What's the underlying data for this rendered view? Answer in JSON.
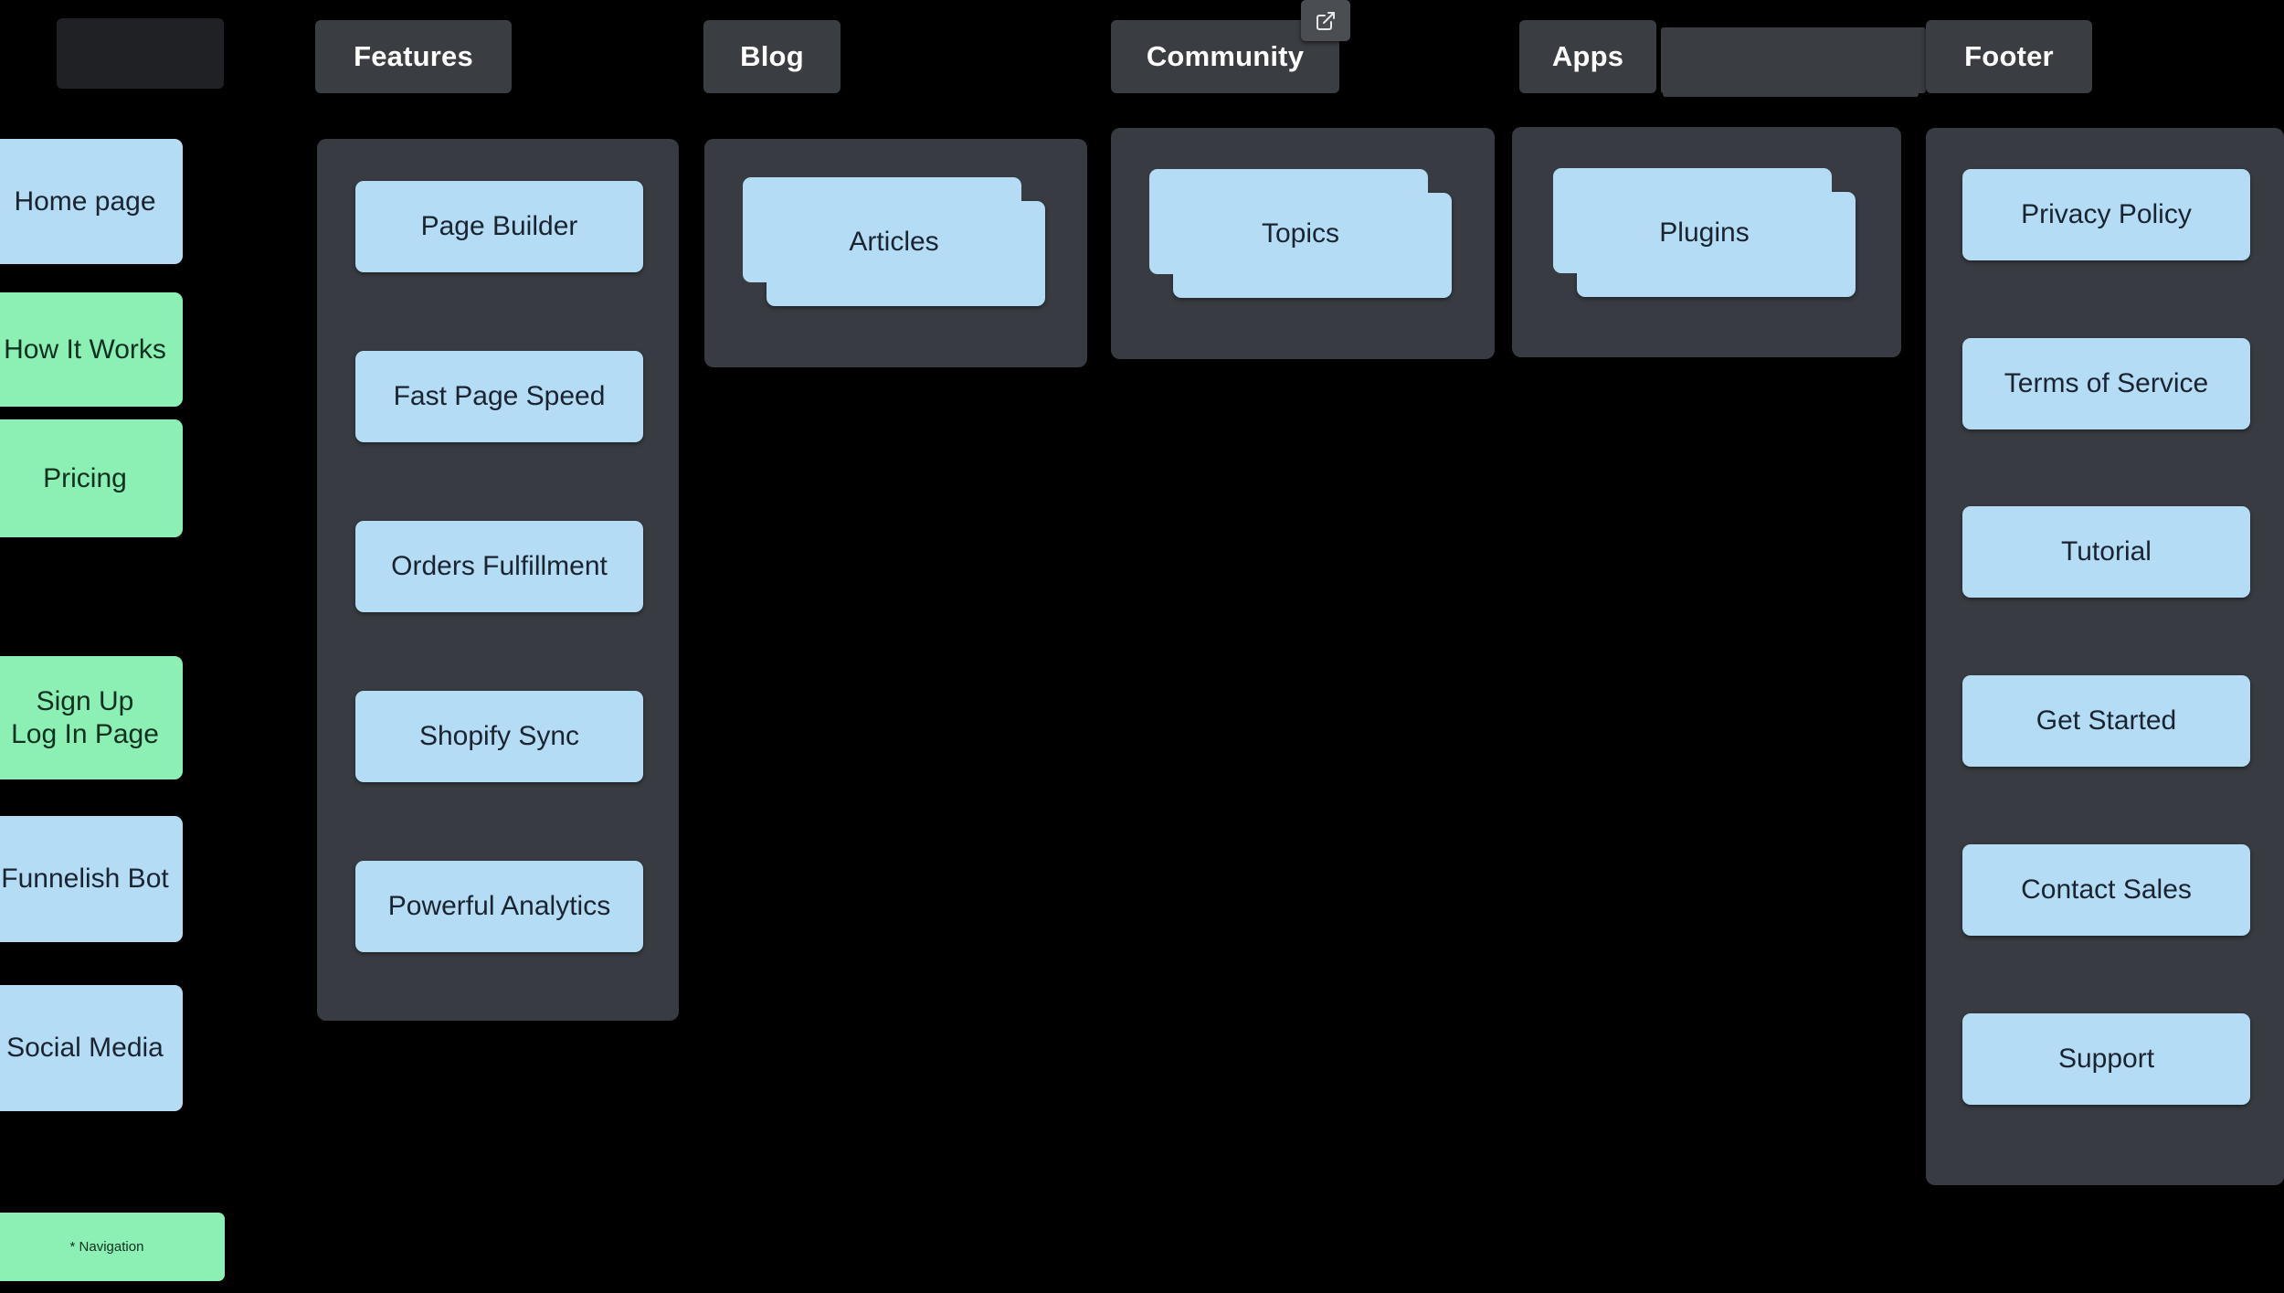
{
  "header": {
    "logo_placeholder": "",
    "items": [
      {
        "label": "Features"
      },
      {
        "label": "Blog"
      },
      {
        "label": "Community",
        "external_link_icon": "external-link-icon"
      },
      {
        "label": "Apps"
      },
      {
        "label": "Footer"
      }
    ]
  },
  "sidebar": {
    "items": [
      {
        "label": "Home page",
        "type": "page"
      },
      {
        "label": "How It Works",
        "type": "nav"
      },
      {
        "label": "Pricing",
        "type": "nav"
      },
      {
        "label": "Sign Up\nLog In Page",
        "type": "nav",
        "line1": "Sign Up",
        "line2": "Log In Page"
      },
      {
        "label": "Funnelish Bot",
        "type": "page"
      },
      {
        "label": "Social Media",
        "type": "page"
      }
    ]
  },
  "columns": {
    "features": {
      "cards": [
        {
          "label": "Page Builder"
        },
        {
          "label": "Fast Page Speed"
        },
        {
          "label": "Orders Fulfillment"
        },
        {
          "label": "Shopify Sync"
        },
        {
          "label": "Powerful Analytics"
        }
      ]
    },
    "blog": {
      "cards": [
        {
          "label": "Articles"
        }
      ]
    },
    "community": {
      "cards": [
        {
          "label": "Topics"
        }
      ]
    },
    "apps": {
      "cards": [
        {
          "label": "Plugins"
        }
      ]
    },
    "footer": {
      "cards": [
        {
          "label": "Privacy Policy"
        },
        {
          "label": "Terms of Service"
        },
        {
          "label": "Tutorial"
        },
        {
          "label": "Get Started"
        },
        {
          "label": "Contact Sales"
        },
        {
          "label": "Support"
        }
      ]
    }
  },
  "legend": {
    "navigation_label": "* Navigation"
  },
  "colors": {
    "background": "#000000",
    "panel": "#383C42",
    "header_chip": "#3A3D42",
    "page_card": "#B5DCF5",
    "nav_card": "#8CEFB4",
    "logo_box": "#202124",
    "text_light": "#FFFFFF",
    "text_dark": "#1A2430"
  }
}
